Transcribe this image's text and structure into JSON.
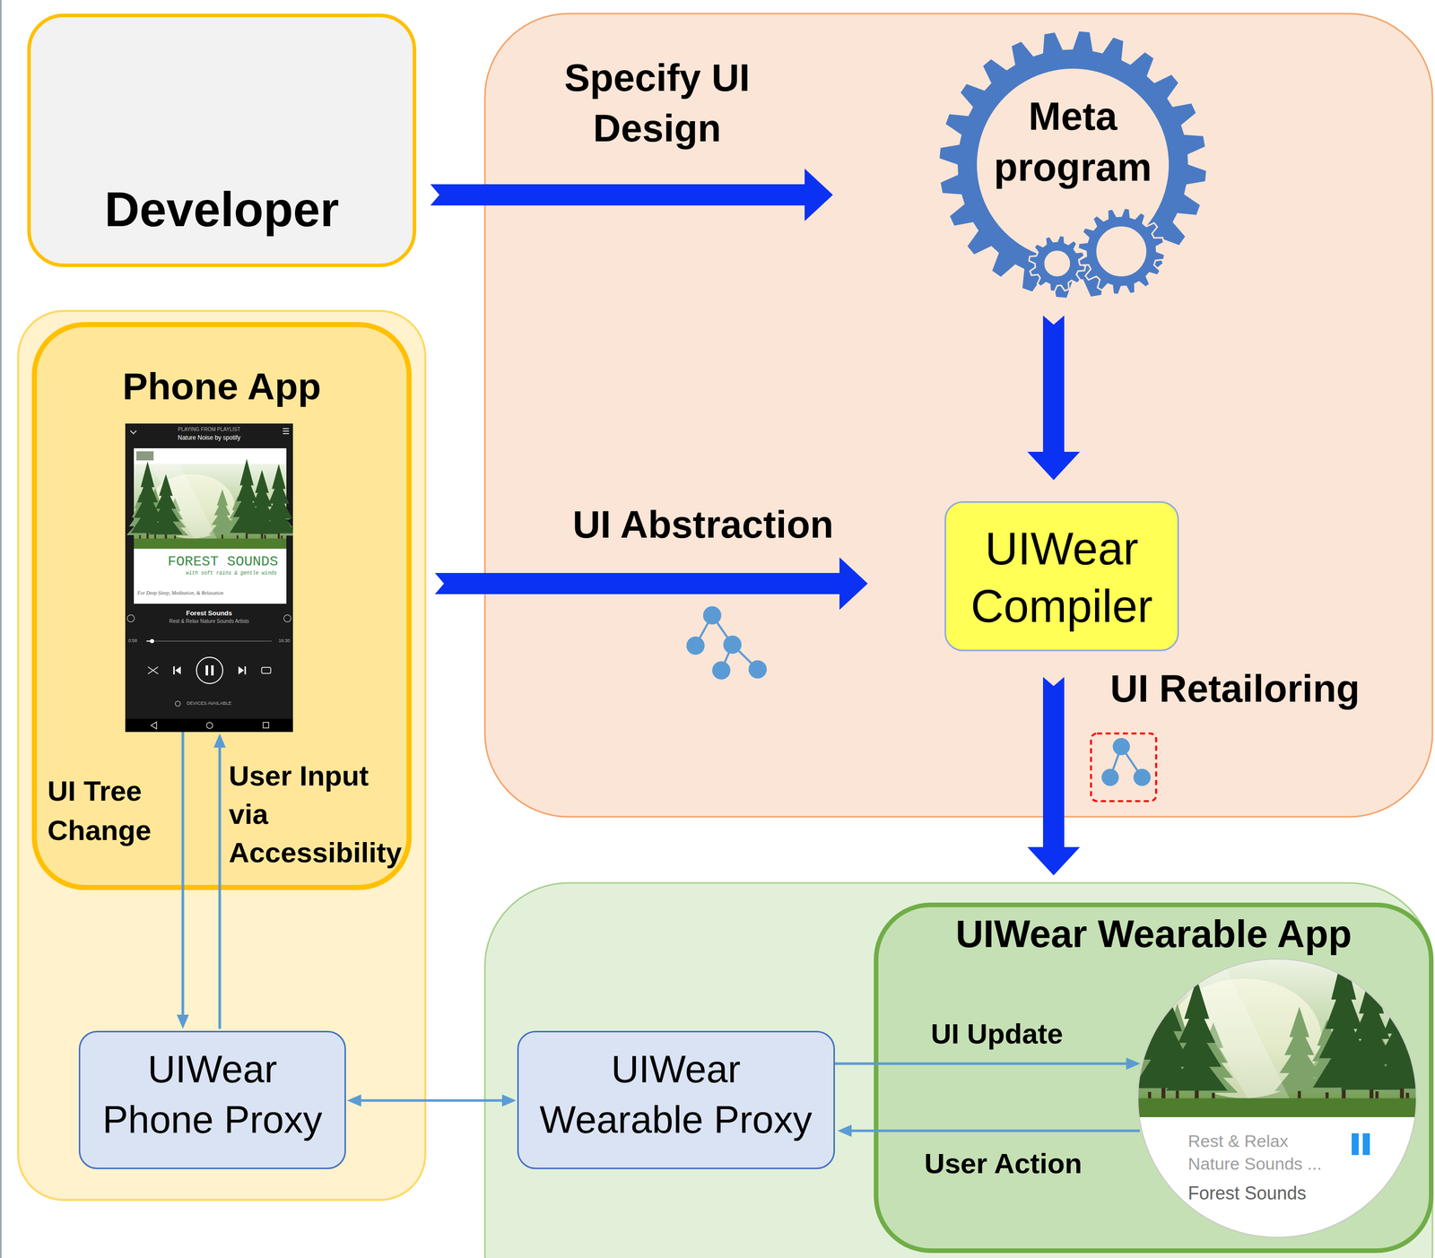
{
  "diagram": {
    "nodes": [
      {
        "text": [
          "Developer"
        ]
      },
      {
        "text": [
          "Meta program"
        ]
      },
      {
        "text": [
          "Phone App"
        ]
      },
      {
        "text": [
          "PLAYING FROM PLAYLIST",
          "Nature Noise by spotify",
          "FOREST SOUNDS",
          "with soft rains & gentle winds",
          "For Deep Sleep, Meditation, & Relaxation",
          "Forest Sounds",
          "Rest & Relax Nature Sounds Artists",
          "0:58",
          "16:30",
          "DEVICES AVAILABLE"
        ],
        "in": 2
      },
      {
        "text": [
          "UIWear Compiler"
        ]
      },
      {
        "text": [
          "UIWear Wearable App"
        ]
      },
      {
        "text": [
          "Rest & Relax Nature Sounds ...",
          "Forest Sounds"
        ],
        "in": 5
      },
      {
        "text": [
          "UIWear Phone Proxy"
        ]
      },
      {
        "text": [
          "UIWear Wearable Proxy"
        ]
      }
    ],
    "edges": [
      {
        "from": 0,
        "to": 1,
        "label": "Specify UI Design",
        "arrow": "to"
      },
      {
        "from": 1,
        "to": 4,
        "arrow": "to"
      },
      {
        "from": 2,
        "to": 4,
        "label": "UI Abstraction",
        "arrow": "to"
      },
      {
        "from": 4,
        "to": 5,
        "label": "UI Retailoring",
        "arrow": "to"
      },
      {
        "from": 3,
        "to": 7,
        "label": "UI Tree Change",
        "arrow": "to"
      },
      {
        "from": 7,
        "to": 3,
        "label": "User Input via Accessibility",
        "arrow": "to"
      },
      {
        "from": 7,
        "to": 8,
        "arrow": "both"
      },
      {
        "from": 8,
        "to": 6,
        "label": "UI Update",
        "arrow": "to"
      },
      {
        "from": 6,
        "to": 8,
        "label": "User Action",
        "arrow": "to"
      }
    ]
  }
}
